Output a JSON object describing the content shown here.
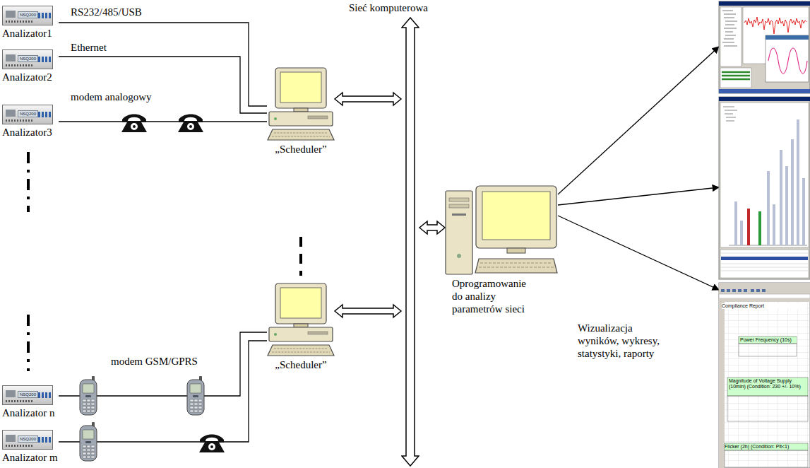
{
  "diagram": {
    "nodes": [
      {
        "text": [
          "NSQ200",
          "Analizator1"
        ]
      },
      {
        "text": [
          "NSQ200",
          "Analizator2"
        ]
      },
      {
        "text": [
          "NSQ200",
          "Analizator3"
        ]
      },
      {
        "text": [
          "NSQ200",
          "Analizator n"
        ]
      },
      {
        "text": [
          "NSQ200",
          "Analizator m"
        ]
      },
      {
        "text": [
          "„Scheduler”"
        ]
      },
      {
        "text": [
          "„Scheduler”"
        ]
      },
      {
        "text": [
          "Sieć komputerowa"
        ]
      },
      {
        "text": [
          "Oprogramowanie do analizy parametrów sieci"
        ]
      },
      {
        "text": []
      },
      {
        "text": []
      },
      {
        "text": [
          "Compliance Report",
          "Power Frequency (10s)",
          "Magnitude of Voltage Supply (10min) (Condition: 230 +/- 10%)",
          "Flicker (2h) (Condition: Plt<1)"
        ]
      }
    ],
    "edges": [
      {
        "from": 0,
        "to": 5,
        "arrow": "none",
        "label": "RS232/485/USB"
      },
      {
        "from": 1,
        "to": 5,
        "arrow": "none",
        "label": "Ethernet"
      },
      {
        "from": 2,
        "to": 5,
        "arrow": "none",
        "label": "modem analogowy"
      },
      {
        "from": 3,
        "to": 6,
        "arrow": "none",
        "label": "modem GSM/GPRS"
      },
      {
        "from": 4,
        "to": 6,
        "arrow": "none"
      },
      {
        "from": 5,
        "to": 7,
        "arrow": "both"
      },
      {
        "from": 6,
        "to": 7,
        "arrow": "both"
      },
      {
        "from": 7,
        "to": 8,
        "arrow": "both"
      },
      {
        "from": 8,
        "to": 9,
        "arrow": "to"
      },
      {
        "from": 8,
        "to": 10,
        "arrow": "to"
      },
      {
        "from": 8,
        "to": 11,
        "arrow": "to"
      }
    ],
    "labels": [
      "Wizualizacja wyników, wykresy, statystyki, raporty"
    ]
  }
}
